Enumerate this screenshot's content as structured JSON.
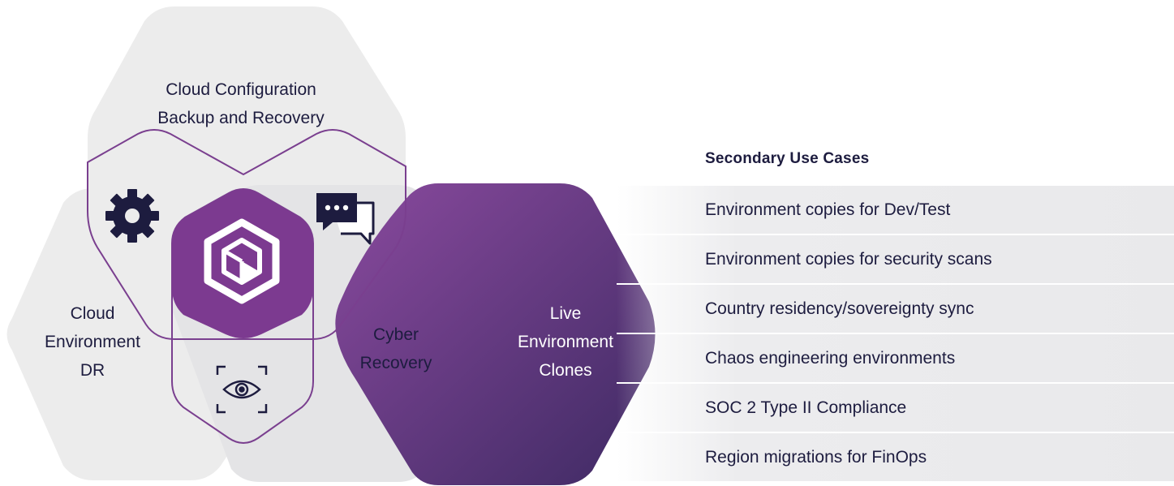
{
  "colors": {
    "hex_fill": "#ececec",
    "overlap_fill": "#e2e2e4",
    "outline": "#7a3f8f",
    "center": "#7c3a90",
    "live_start": "#8a4a9e",
    "live_end": "#3e2a63",
    "icon": "#1d1c3f"
  },
  "diagram": {
    "top_hex": {
      "label_line1": "Cloud Configuration",
      "label_line2": "Backup and Recovery"
    },
    "left_hex": {
      "label_line1": "Cloud",
      "label_line2": "Environment",
      "label_line3": "DR"
    },
    "middle_hex": {
      "label_line1": "Cyber",
      "label_line2": "Recovery"
    },
    "live_hex": {
      "label_line1": "Live",
      "label_line2": "Environment",
      "label_line3": "Clones"
    },
    "icons": [
      "gear-icon",
      "chat-bubbles-icon",
      "cube-logo-icon",
      "eye-scan-icon"
    ]
  },
  "secondary_use_cases": {
    "title": "Secondary Use Cases",
    "items": [
      "Environment copies for Dev/Test",
      "Environment copies for security scans",
      "Country residency/sovereignty sync",
      "Chaos engineering environments",
      "SOC 2 Type II Compliance",
      "Region migrations for FinOps"
    ]
  }
}
